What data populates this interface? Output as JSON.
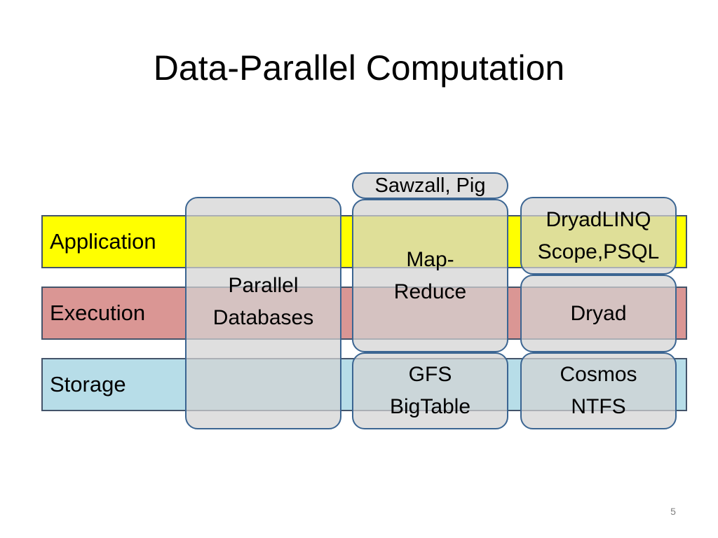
{
  "slide": {
    "title": "Data-Parallel Computation",
    "page_number": "5"
  },
  "colors": {
    "application": "#ffff00",
    "execution": "#da9694",
    "storage": "#b7dde8",
    "box_fill": "#d2d2d2",
    "box_border": "#3b6592"
  },
  "layers": {
    "application": "Application",
    "execution": "Execution",
    "storage": "Storage"
  },
  "boxes": {
    "parallel_databases": "Parallel\nDatabases",
    "sawzall_pig": "Sawzall, Pig",
    "map_reduce": "Map-\nReduce",
    "gfs_bigtable": "GFS\nBigTable",
    "dryadlinq": "DryadLINQ\nScope,PSQL",
    "dryad": "Dryad",
    "cosmos_ntfs": "Cosmos\nNTFS"
  }
}
